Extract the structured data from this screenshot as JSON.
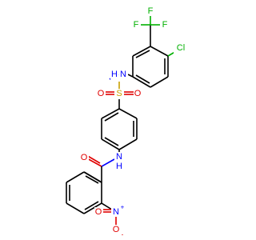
{
  "molecule": {
    "colors": {
      "carbon_bond": "#000000",
      "oxygen": "#e00000",
      "nitrogen": "#0000ff",
      "chlorine": "#00b000",
      "fluorine": "#00b000",
      "sulfur": "#c8a000"
    },
    "labels": {
      "f1": "F",
      "f2": "F",
      "f3": "F",
      "cl": "Cl",
      "nh_sulfonamide": "N",
      "h_sulfonamide": "H",
      "s": "S",
      "o_s_left": "O",
      "o_s_right": "O",
      "nh_amide_n": "N",
      "nh_amide_h": "H",
      "o_amide": "O",
      "n_nitro": "N",
      "n_nitro_charge": "+",
      "o_nitro_bottom": "O",
      "o_nitro_bottom_charge": "-",
      "o_nitro_left": "O"
    }
  }
}
